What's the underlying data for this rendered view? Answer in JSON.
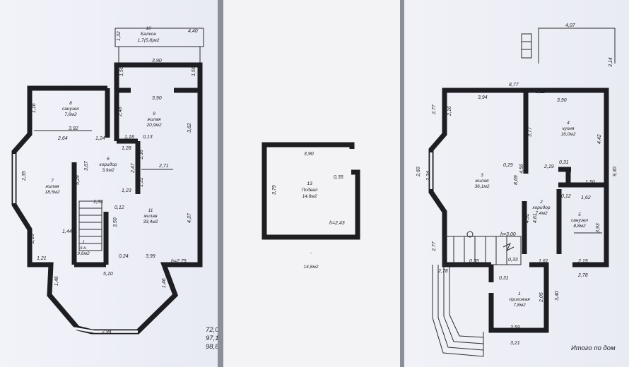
{
  "plan1": {
    "rooms": [
      {
        "num": "10",
        "name": "Балкон",
        "area": "1,7(5,8)м2"
      },
      {
        "num": "8",
        "name": "санузел",
        "area": "7,6м2"
      },
      {
        "num": "9",
        "name": "жилая",
        "area": "20,9м2"
      },
      {
        "num": "6",
        "name": "коридор",
        "area": "3,9м2"
      },
      {
        "num": "7",
        "name": "жилая",
        "area": "18,5м2"
      },
      {
        "num": "11",
        "name": "жилая",
        "area": "33,4м2"
      },
      {
        "num": "1",
        "name": "л.к.",
        "area": "9,6м2"
      }
    ],
    "dims": [
      "4,40",
      "1,32",
      "1,56",
      "1,56",
      "3,90",
      "3,90",
      "1,16",
      "2,48",
      "3,92",
      "2,64",
      "1,24",
      "1,18",
      "0,13",
      "1,28",
      "2,47",
      "1,36",
      "2,71",
      "5,29",
      "3,67",
      "1,23",
      "1,31",
      "1,33",
      "0,12",
      "3,50",
      "4,37",
      "1,44",
      "2,18",
      "1,21",
      "0,24",
      "5,10",
      "3,99",
      "h=2,75",
      "1,46",
      "1,46",
      "2,94",
      "3,62",
      "2,35"
    ],
    "totals": [
      "72,0",
      "97,1",
      "98,8"
    ]
  },
  "plan2": {
    "room": {
      "num": "13",
      "name": "Подвал",
      "area": "14,8м2"
    },
    "dims": [
      "3,90",
      "3,79",
      "0,35",
      "h=2,43"
    ],
    "total": "14,8м2"
  },
  "plan3": {
    "rooms": [
      {
        "num": "4",
        "name": "кухня",
        "area": "16,0м2"
      },
      {
        "num": "3",
        "name": "жилая",
        "area": "36,1м2"
      },
      {
        "num": "2",
        "name": "коридор",
        "area": "7,4м2"
      },
      {
        "num": "5",
        "name": "санузел",
        "area": "8,8м2"
      },
      {
        "num": "1",
        "name": "прихожая",
        "area": "7,8м2"
      }
    ],
    "dims": [
      "4,07",
      "3,14",
      "8,77",
      "0,11",
      "3,94",
      "3,90",
      "2,77",
      "2,16",
      "3,77",
      "4,42",
      "0,29",
      "4,56",
      "2,19",
      "0,31",
      "2,60",
      "2,34",
      "8,69",
      "1,50",
      "1,62",
      "0,12",
      "9,30",
      "4,92",
      "0,33",
      "h=3,00",
      "4,61",
      "3,93",
      "2,77",
      "1,61",
      "2,15",
      "2,78",
      "2,78",
      "0,31",
      "0,35",
      "2,05",
      "3,40",
      "2,59",
      "3,21"
    ],
    "total_label": "Итого по дом"
  }
}
